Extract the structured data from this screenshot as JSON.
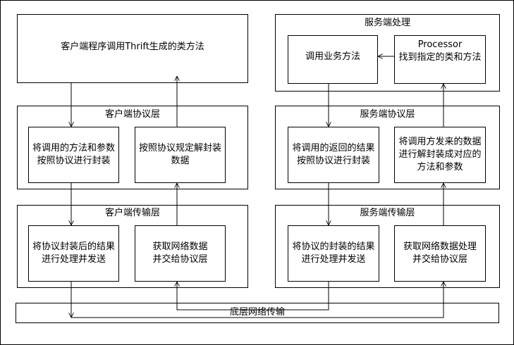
{
  "client": {
    "top": "客户端程序调用Thrift生成的类方法",
    "protocol_layer": {
      "title": "客户端协议层",
      "left": [
        "将调用的方法和参数",
        "按照协议进行封装"
      ],
      "right": [
        "按照协议规定解封装",
        "数据"
      ]
    },
    "transport_layer": {
      "title": "客户端传输层",
      "left": [
        "将协议封装后的结果",
        "进行处理并发送"
      ],
      "right": [
        "获取网络数据",
        "并交给协议层"
      ]
    }
  },
  "server": {
    "handling": {
      "title": "服务端处理",
      "left": "调用业务方法",
      "right": [
        "Processor",
        "找到指定的类和方法"
      ]
    },
    "protocol_layer": {
      "title": "服务端协议层",
      "left": [
        "将调用的返回的结果",
        "按照协议进行封装"
      ],
      "right": [
        "将调用方发来的数据",
        "进行解封装成对应的",
        "方法和参数"
      ]
    },
    "transport_layer": {
      "title": "服务端传输层",
      "left": [
        "将协议的封装的结果",
        "进行处理并发送"
      ],
      "right": [
        "获取网络数据处理",
        "并交给协议层"
      ]
    }
  },
  "network": "底层网络传输"
}
